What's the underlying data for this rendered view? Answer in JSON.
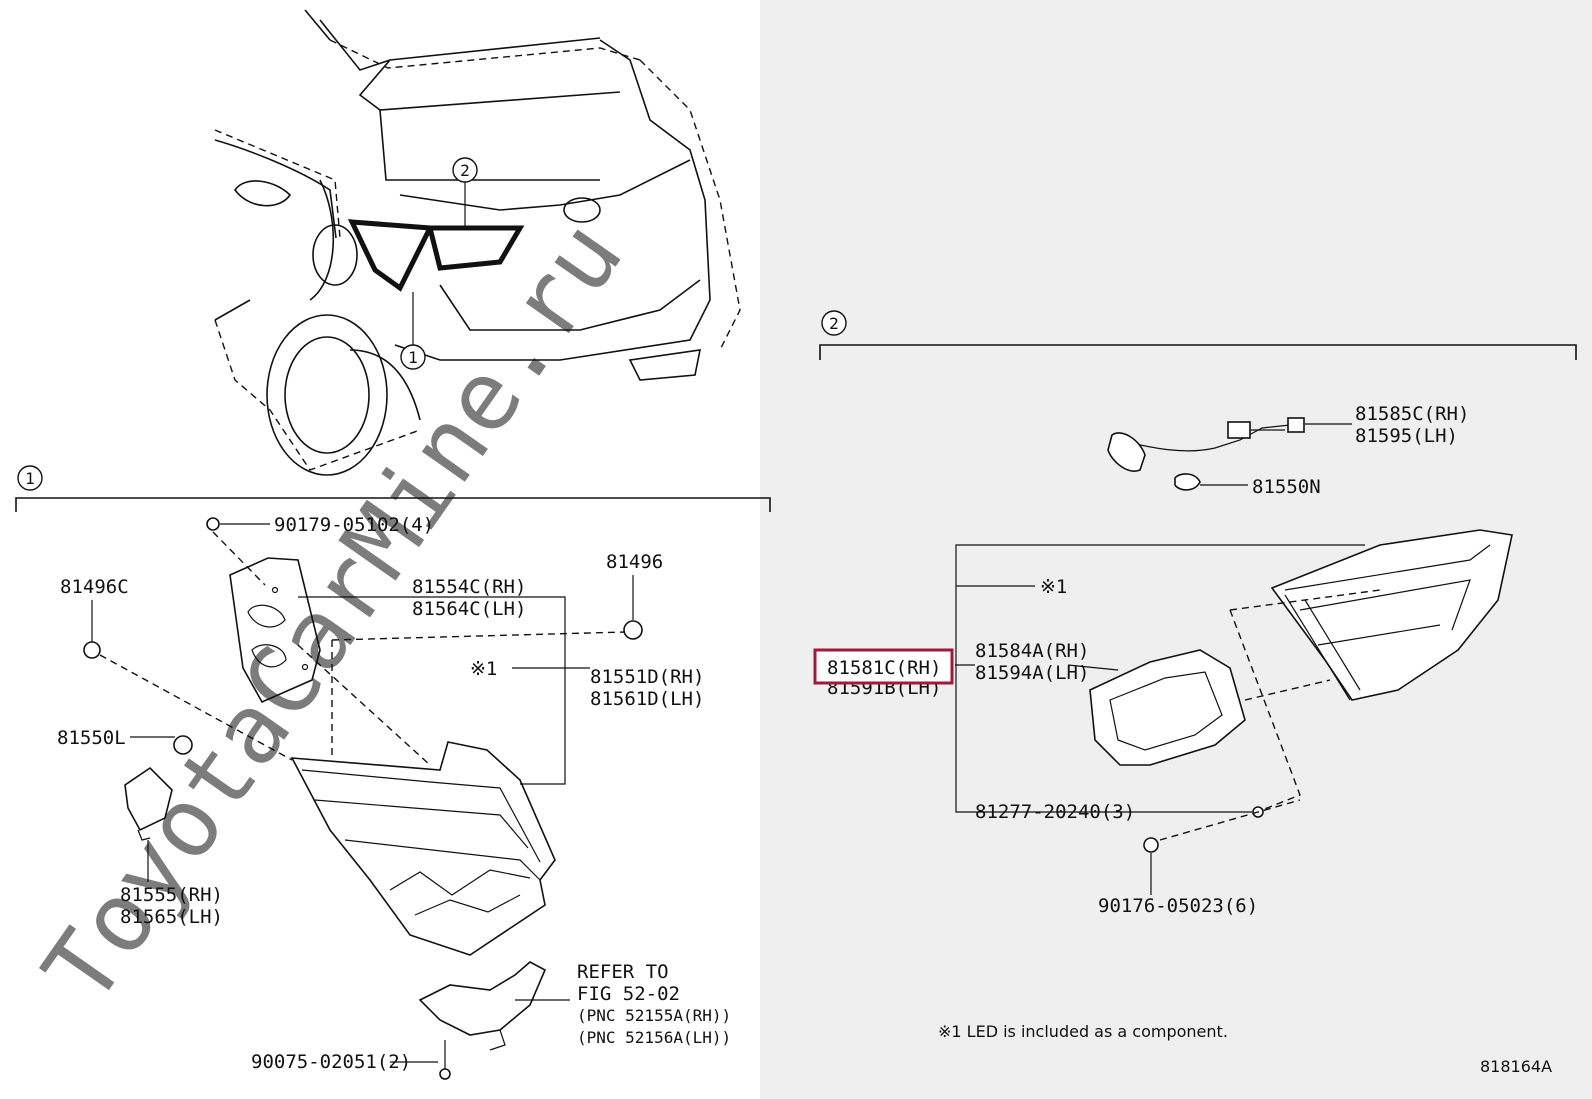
{
  "watermark": "ToyotaCarMine.ru",
  "figure_id": "818164A",
  "note": "※1 LED is included as a component.",
  "colors": {
    "right_panel_bg": "#efefef",
    "highlight_box": "#a01a3a",
    "harness_highlight": "#a01a3a"
  },
  "callouts": {
    "one": "1",
    "two": "2"
  },
  "left_group": {
    "p90179": "90179-05102(4)",
    "p81496C": "81496C",
    "p81496": "81496",
    "p81554C": "81554C(RH)",
    "p81564C": "81564C(LH)",
    "note1": "※1",
    "p81551D": "81551D(RH)",
    "p81561D": "81561D(LH)",
    "p81550L": "81550L",
    "p81555": "81555(RH)",
    "p81565": "81565(LH)",
    "refer1": "REFER TO",
    "refer2": "FIG 52-02",
    "refer3": "(PNC 52155A(RH))",
    "refer4": "(PNC 52156A(LH))",
    "p90075": "90075-02051(2)"
  },
  "right_group": {
    "p81585C": "81585C(RH)",
    "p81595": "81595(LH)",
    "p81550N": "81550N",
    "note1": "※1",
    "p81581C": "81581C(RH)",
    "p81591B": "81591B(LH)",
    "p81584A": "81584A(RH)",
    "p81594A": "81594A(LH)",
    "p81277": "81277-20240(3)",
    "p90176": "90176-05023(6)"
  }
}
